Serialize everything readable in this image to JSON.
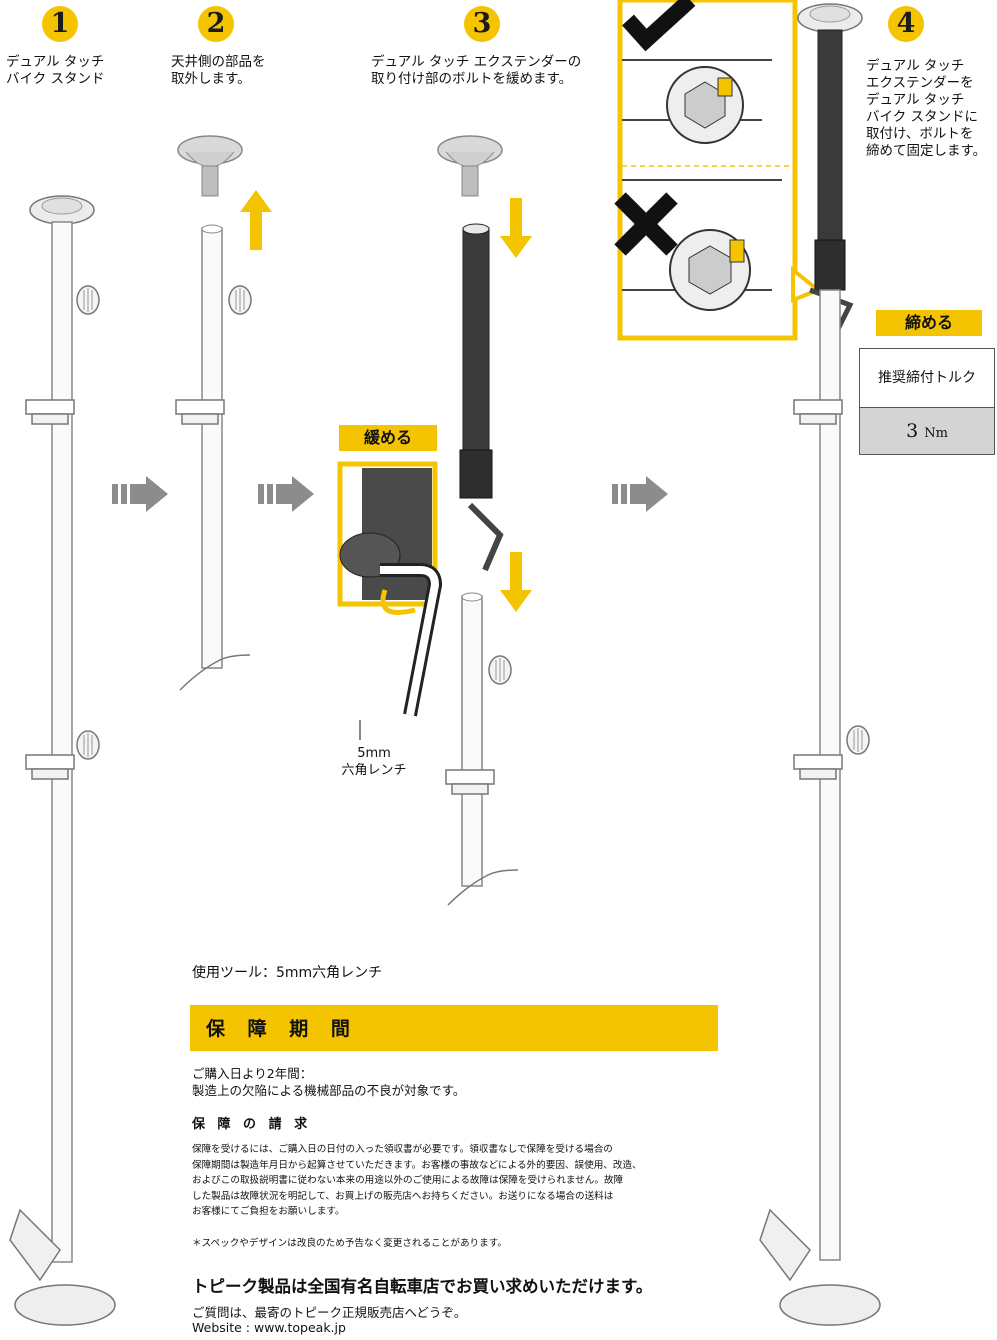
{
  "steps": [
    {
      "number": "1",
      "caption": "デュアル タッチ\nバイク スタンド"
    },
    {
      "number": "2",
      "caption": "天井側の部品を\n取外します。"
    },
    {
      "number": "3",
      "caption": "デュアル タッチ エクステンダーの\n取り付け部のボルトを緩めます。"
    },
    {
      "number": "4",
      "caption": "デュアル タッチ\nエクステンダーを\nデュアル タッチ\nバイク スタンドに\n取付け、ボルトを\n締めて固定します。"
    }
  ],
  "loosen_label": "緩める",
  "tighten_label": "締める",
  "wrench_label": "5mm\n六角レンチ",
  "torque": {
    "header": "推奨締付トルク",
    "value": "3",
    "unit": "Nm"
  },
  "tool_text": "使用ツール：5mm六角レンチ",
  "warranty": {
    "title": "保 障 期 間",
    "period_line1": "ご購入日より2年間：",
    "period_line2": "製造上の欠陥による機械部品の不良が対象です。",
    "claim_title": "保 障 の 請 求",
    "claim_lines": [
      "保障を受けるには、ご購入日の日付の入った領収書が必要です。領収書なしで保障を受ける場合の",
      "保障期間は製造年月日から起算させていただきます。お客様の事故などによる外的要因、誤使用、改造、",
      "およびこの取扱説明書に従わない本来の用途以外のご使用による故障は保障を受けられません。故障",
      "した製品は故障状況を明記して、お買上げの販売店へお持ちください。お送りになる場合の送料は",
      "お客様にてご負担をお願いします。"
    ],
    "spec_note": "＊スペックやデザインは改良のため予告なく変更されることがあります。"
  },
  "footer": {
    "headline": "トピーク製品は全国有名自転車店でお買い求めいただけます。",
    "contact": "ご質問は、最寄のトピーク正規販売店へどうぞ。",
    "website": "Website : www.topeak.jp"
  },
  "colors": {
    "accent": "#f5c400",
    "pole_dark": "#3a3a3a",
    "outline": "#888888",
    "arrow_gray": "#8c8c8c"
  }
}
